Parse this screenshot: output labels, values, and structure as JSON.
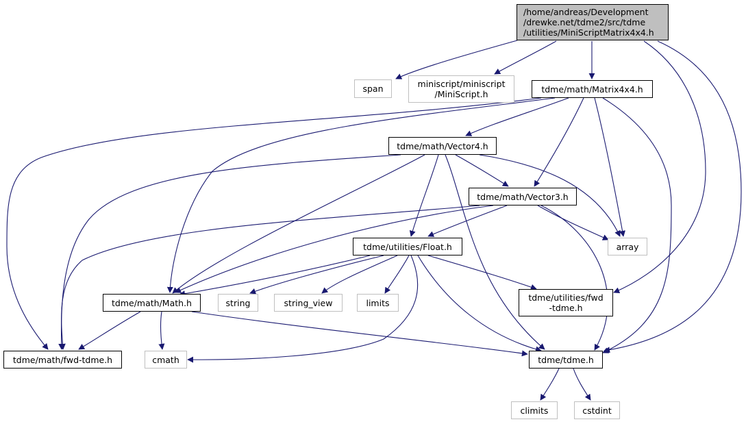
{
  "graph": {
    "edge_color": "#191970",
    "nodes": {
      "root": {
        "label": "/home/andreas/Development\n/drewke.net/tdme2/src/tdme\n/utilities/MiniScriptMatrix4x4.h"
      },
      "span": {
        "label": "span"
      },
      "miniscript": {
        "label": "miniscript/miniscript\n/MiniScript.h"
      },
      "matrix4x4": {
        "label": "tdme/math/Matrix4x4.h"
      },
      "vector4": {
        "label": "tdme/math/Vector4.h"
      },
      "vector3": {
        "label": "tdme/math/Vector3.h"
      },
      "array": {
        "label": "array"
      },
      "float": {
        "label": "tdme/utilities/Float.h"
      },
      "math": {
        "label": "tdme/math/Math.h"
      },
      "string": {
        "label": "string"
      },
      "string_view": {
        "label": "string_view"
      },
      "limits": {
        "label": "limits"
      },
      "utilfwd": {
        "label": "tdme/utilities/fwd\n-tdme.h"
      },
      "mathfwd": {
        "label": "tdme/math/fwd-tdme.h"
      },
      "cmath": {
        "label": "cmath"
      },
      "tdme": {
        "label": "tdme/tdme.h"
      },
      "climits": {
        "label": "climits"
      },
      "cstdint": {
        "label": "cstdint"
      }
    }
  }
}
